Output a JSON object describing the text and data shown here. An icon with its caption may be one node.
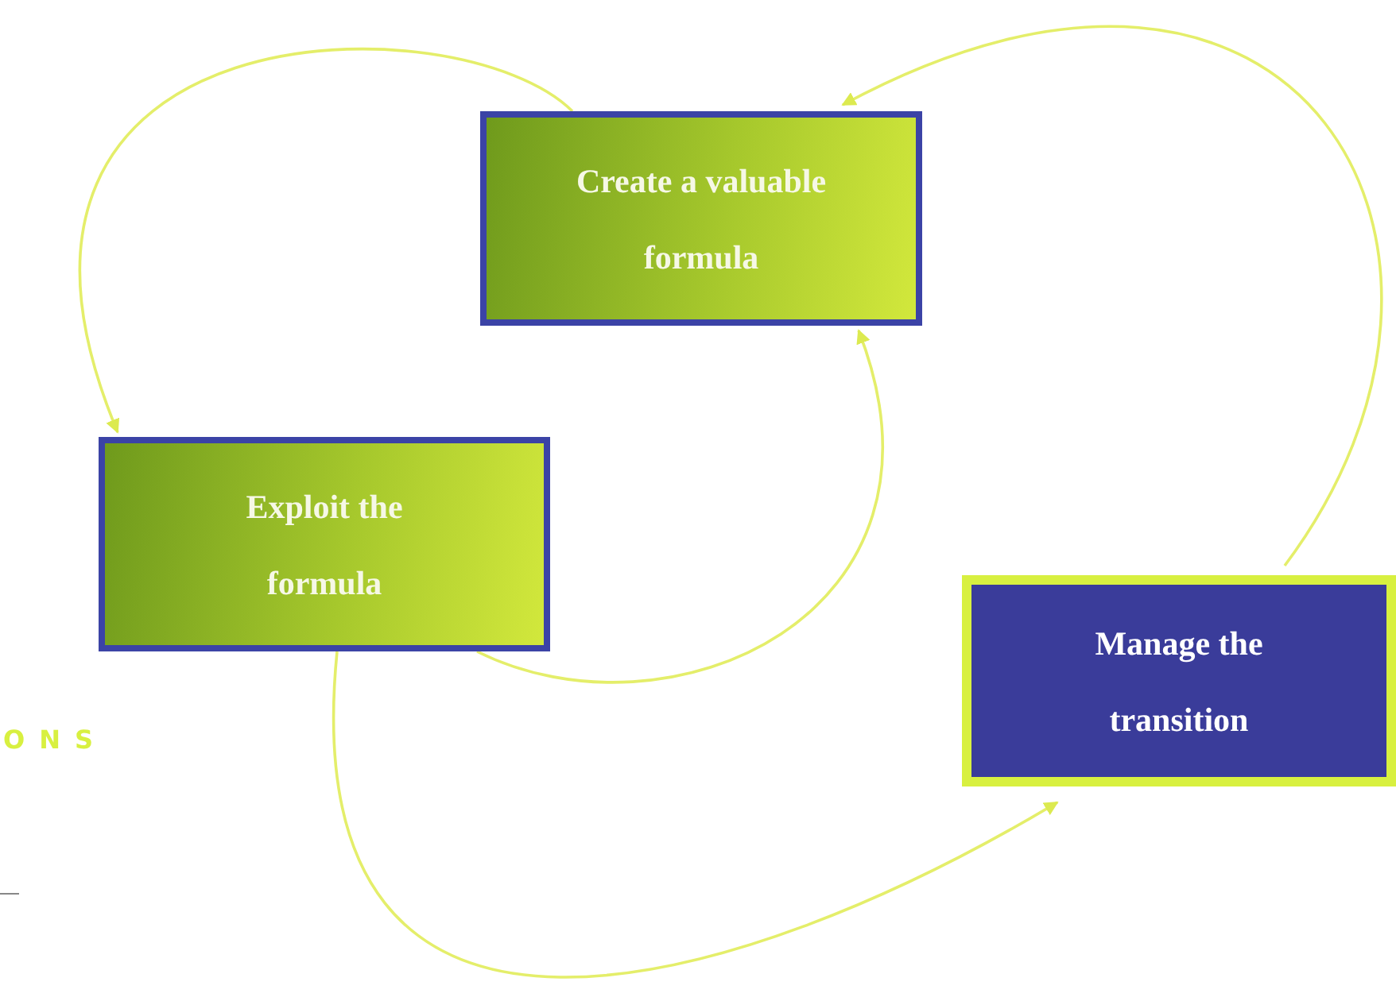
{
  "diagram": {
    "nodes": [
      {
        "text": [
          "Create a valuable formula"
        ]
      },
      {
        "text": [
          "Exploit the formula"
        ]
      },
      {
        "text": [
          "Manage the transition"
        ]
      }
    ],
    "edges": [
      {
        "from": 0,
        "to": 1,
        "arrow": "to"
      },
      {
        "from": 1,
        "to": 0,
        "arrow": "to"
      },
      {
        "from": 1,
        "to": 2,
        "arrow": "to"
      },
      {
        "from": 2,
        "to": 0,
        "arrow": "to"
      }
    ],
    "labels": [
      "ONS"
    ]
  }
}
